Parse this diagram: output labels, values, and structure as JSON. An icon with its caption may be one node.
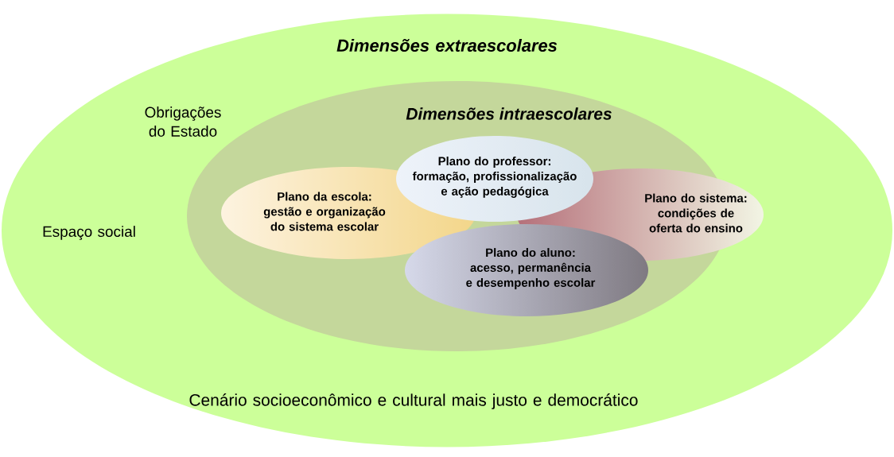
{
  "diagram": {
    "nodes": [
      {
        "text": [
          "Dimensões extraescolares",
          "Obrigações do Estado",
          "Espaço social",
          "Cenário socioeconômico e cultural mais justo e democrático"
        ]
      },
      {
        "text": [
          "Dimensões intraescolares"
        ],
        "in": 0
      },
      {
        "text": [
          "Plano da escola: gestão e organização do sistema escolar"
        ],
        "in": 1
      },
      {
        "text": [
          "Plano do sistema: condições de oferta do ensino"
        ],
        "in": 1
      },
      {
        "text": [
          "Plano do professor: formação, profissionalização e ação pedagógica"
        ],
        "in": 1
      },
      {
        "text": [
          "Plano do aluno: acesso, permanência e desempenho escolar"
        ],
        "in": 1
      }
    ]
  }
}
